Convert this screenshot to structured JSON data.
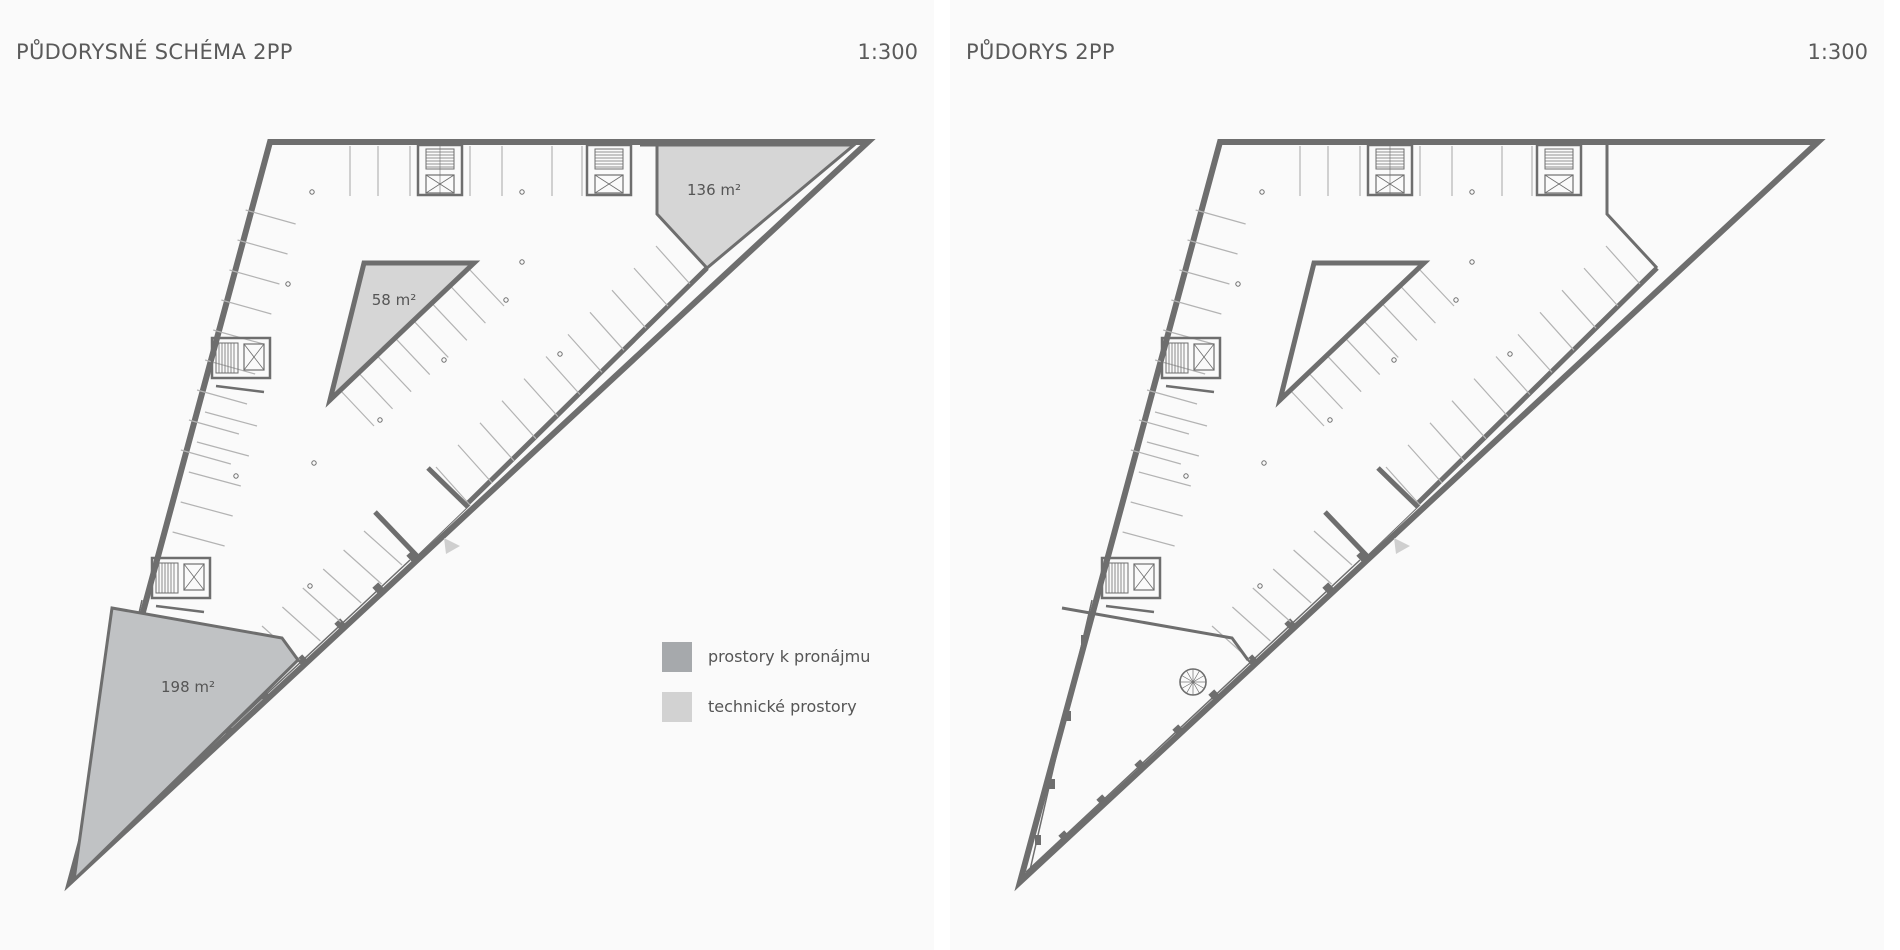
{
  "panels": {
    "left": {
      "title": "PŮDORYSNÉ SCHÉMA 2PP",
      "scale": "1:300",
      "areas": [
        {
          "label": "136 m²"
        },
        {
          "label": "58 m²"
        },
        {
          "label": "198 m²"
        }
      ],
      "legend": [
        {
          "label": "prostory k pronájmu",
          "color": "#a6a9ac"
        },
        {
          "label": "technické prostory",
          "color": "#d2d2d2"
        }
      ]
    },
    "right": {
      "title": "PŮDORYS 2PP",
      "scale": "1:300"
    }
  },
  "colors": {
    "wall": "#6e6e6e",
    "rental": "#c0c2c4",
    "technical": "#d6d6d6",
    "line": "#b3b3b3"
  }
}
